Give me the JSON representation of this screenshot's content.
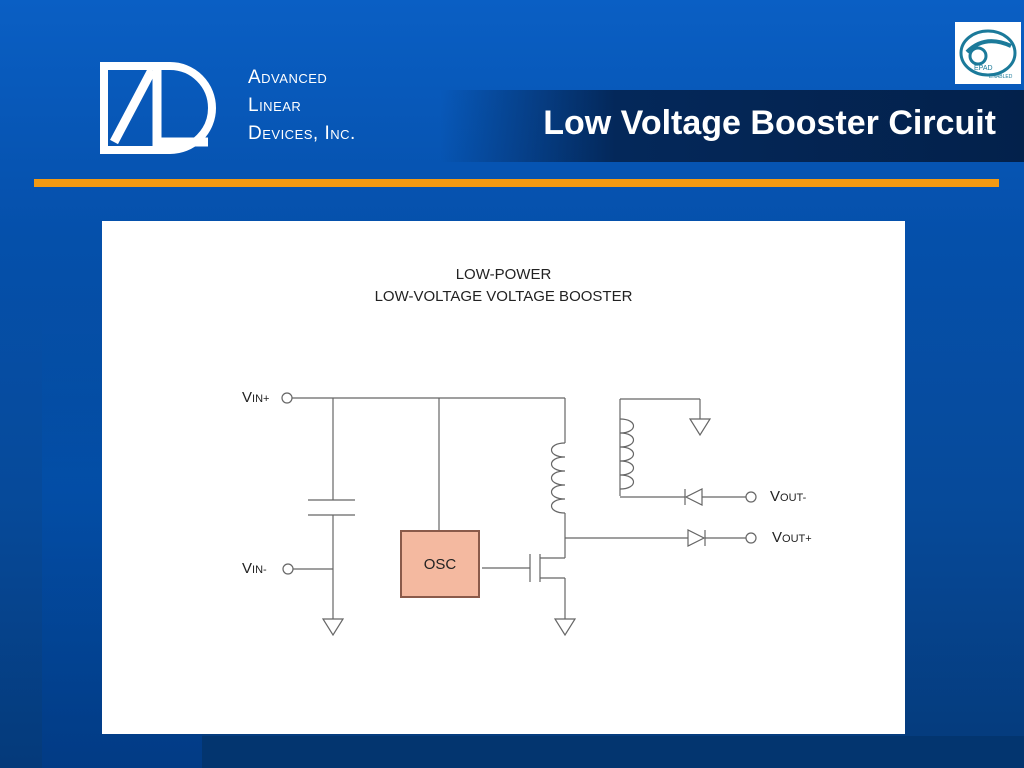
{
  "company": {
    "line1": "Advanced",
    "line2": "Linear",
    "line3": "Devices, Inc."
  },
  "slide": {
    "title": "Low Voltage Booster Circuit"
  },
  "badge": {
    "text": "EPAD",
    "subtext": "ENABLED"
  },
  "colors": {
    "background": "#0550ab",
    "rule": "#f39a12",
    "osc_fill": "#f4b9a0"
  },
  "diagram": {
    "title_line1": "LOW-POWER",
    "title_line2": "LOW-VOLTAGE  VOLTAGE BOOSTER",
    "osc_label": "OSC",
    "vin_plus": {
      "main": "V",
      "sub": "IN+"
    },
    "vin_minus": {
      "main": "V",
      "sub": "IN-"
    },
    "vout_minus": {
      "main": "V",
      "sub": "OUT-"
    },
    "vout_plus": {
      "main": "V",
      "sub": "OUT+"
    }
  }
}
